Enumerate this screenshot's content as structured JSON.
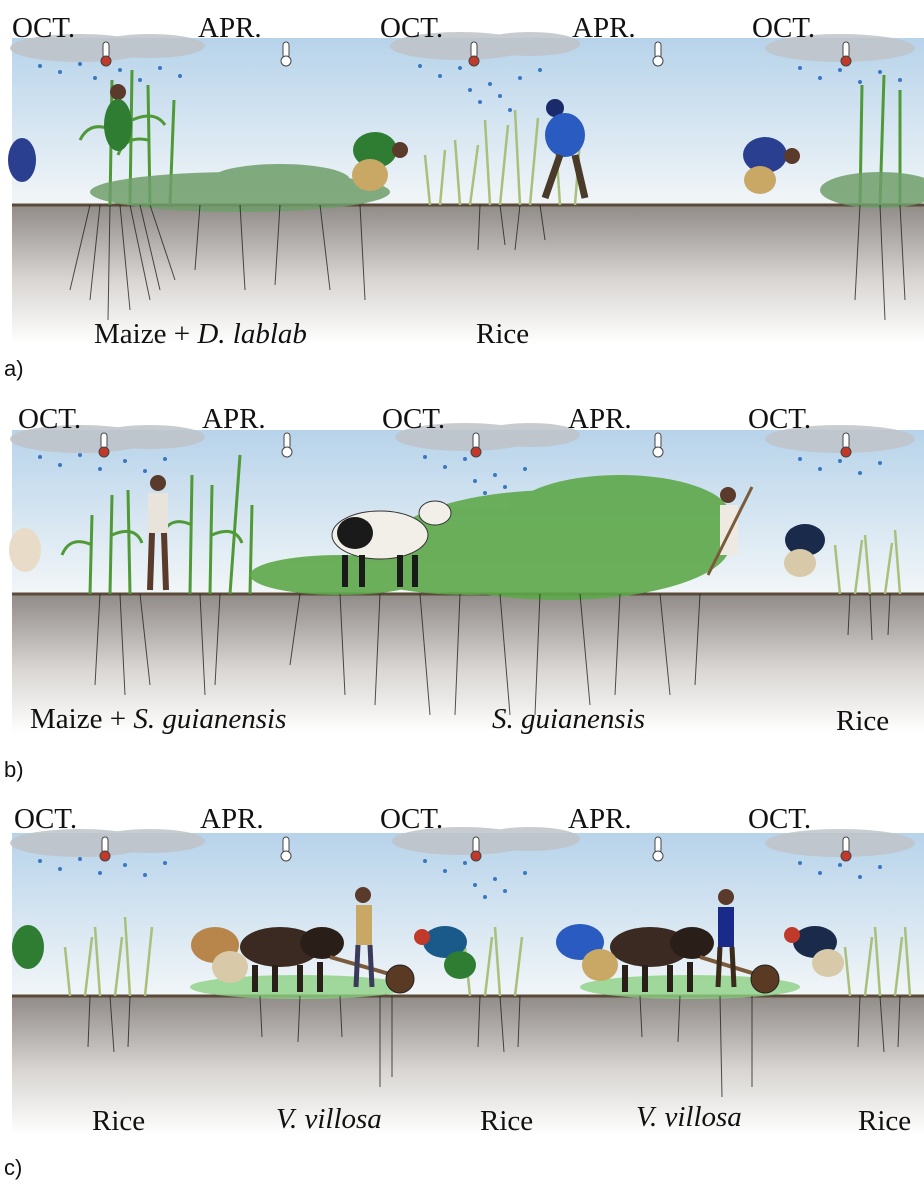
{
  "panels": [
    {
      "label": "a)",
      "months": [
        "OCT.",
        "APR.",
        "OCT.",
        "APR.",
        "OCT."
      ],
      "crops": [
        {
          "plain": "Maize + ",
          "italic": "D. lablab"
        },
        {
          "plain": "Rice",
          "italic": ""
        }
      ]
    },
    {
      "label": "b)",
      "months": [
        "OCT.",
        "APR.",
        "OCT.",
        "APR.",
        "OCT."
      ],
      "crops": [
        {
          "plain": "Maize + ",
          "italic": "S. guianensis"
        },
        {
          "plain": "",
          "italic": "S. guianensis"
        },
        {
          "plain": "Rice",
          "italic": ""
        }
      ]
    },
    {
      "label": "c)",
      "months": [
        "OCT.",
        "APR.",
        "OCT.",
        "APR.",
        "OCT."
      ],
      "crops": [
        {
          "plain": "Rice",
          "italic": ""
        },
        {
          "plain": "",
          "italic": "V. villosa"
        },
        {
          "plain": "Rice",
          "italic": ""
        },
        {
          "plain": "",
          "italic": "V. villosa"
        },
        {
          "plain": "Rice",
          "italic": ""
        }
      ]
    }
  ],
  "colors": {
    "sky_top": "#b7d3ea",
    "sky_bottom": "#f2f6f8",
    "soil_top": "#8f8a86",
    "soil_bottom": "#ffffff",
    "rain": "#3a78c2",
    "cloud": "#bfc3c8",
    "maize": "#4f9a36",
    "rice": "#a8c07a",
    "legume": "#5ea84a",
    "roots": "#1a1a1a"
  }
}
